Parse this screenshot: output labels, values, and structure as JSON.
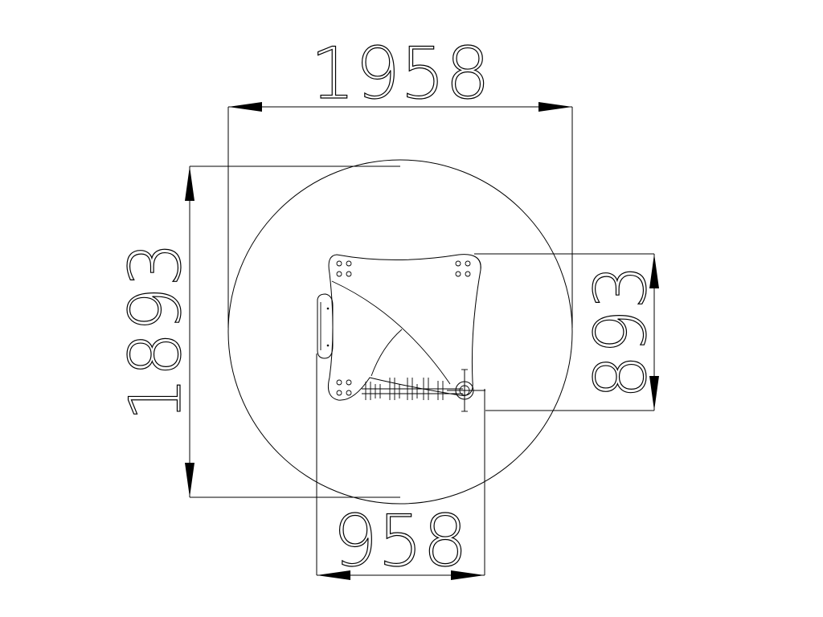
{
  "dimensions": {
    "top_width": "1958",
    "left_height": "1893",
    "right_height": "893",
    "bottom_width": "958"
  }
}
